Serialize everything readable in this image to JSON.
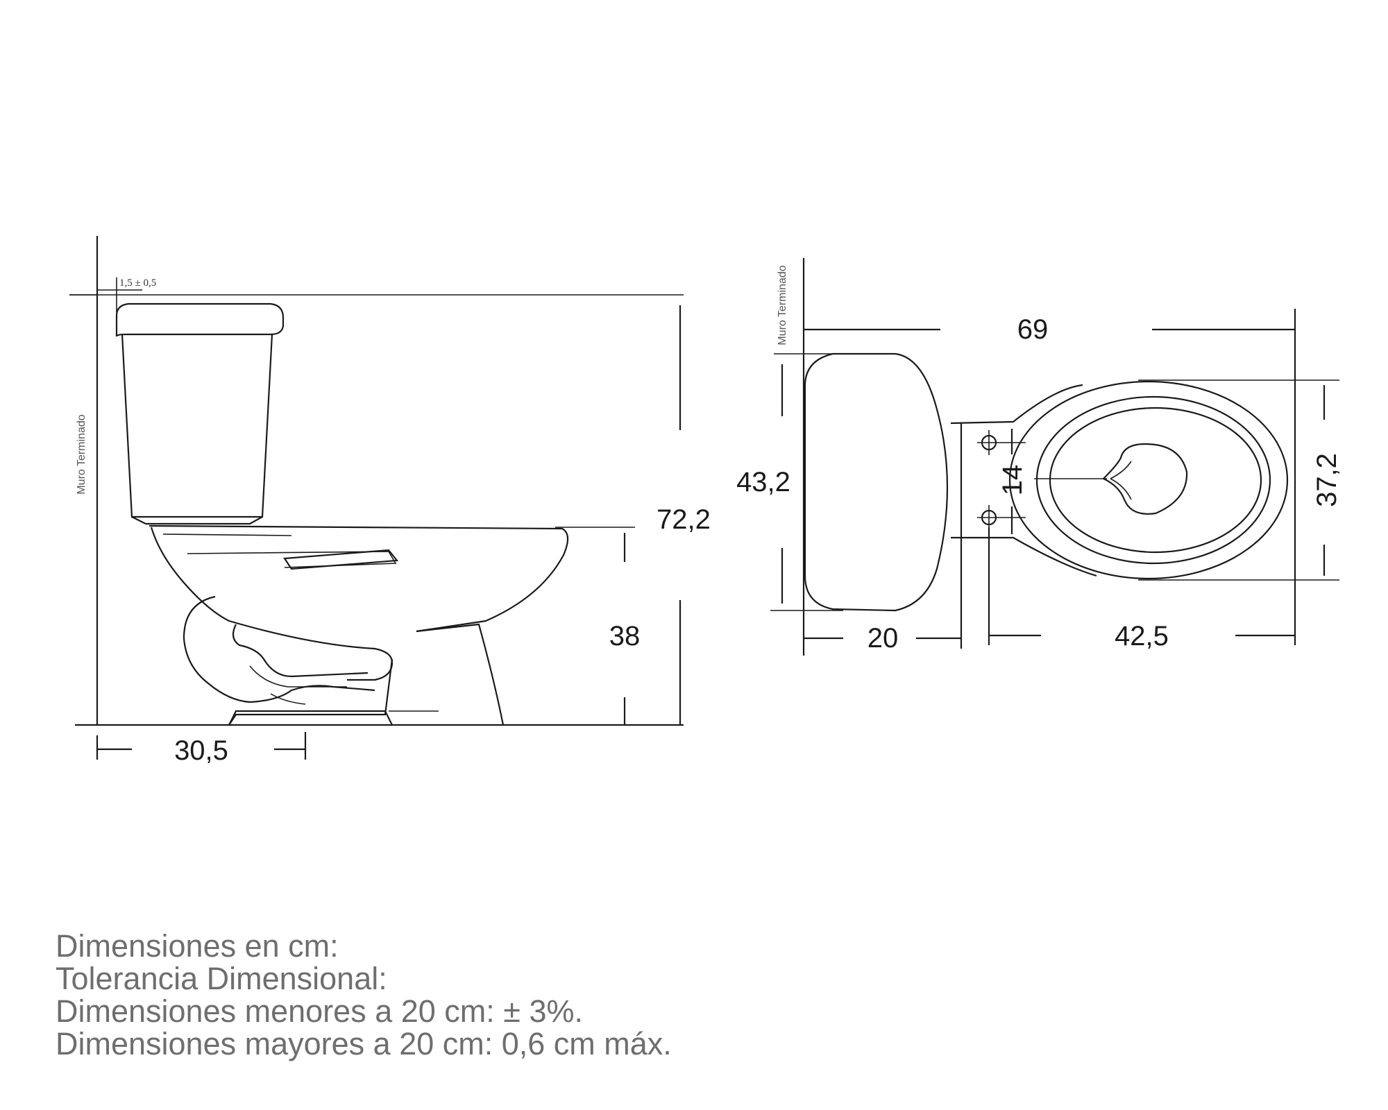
{
  "side_view": {
    "wall_label": "Muro Terminado",
    "gap_label": "1,5 ± 0,5",
    "height_total": "72,2",
    "height_seat": "38",
    "rough_in": "30,5"
  },
  "top_view": {
    "wall_label": "Muro Terminado",
    "length_total": "69",
    "tank_width": "43,2",
    "tank_depth": "20",
    "bolt_spacing": "14",
    "bowl_length": "42,5",
    "bowl_width": "37,2"
  },
  "notes": [
    "Dimensiones en cm:",
    "Tolerancia Dimensional:",
    "Dimensiones menores a 20 cm: ± 3%.",
    "Dimensiones mayores a 20 cm: 0,6 cm máx."
  ]
}
